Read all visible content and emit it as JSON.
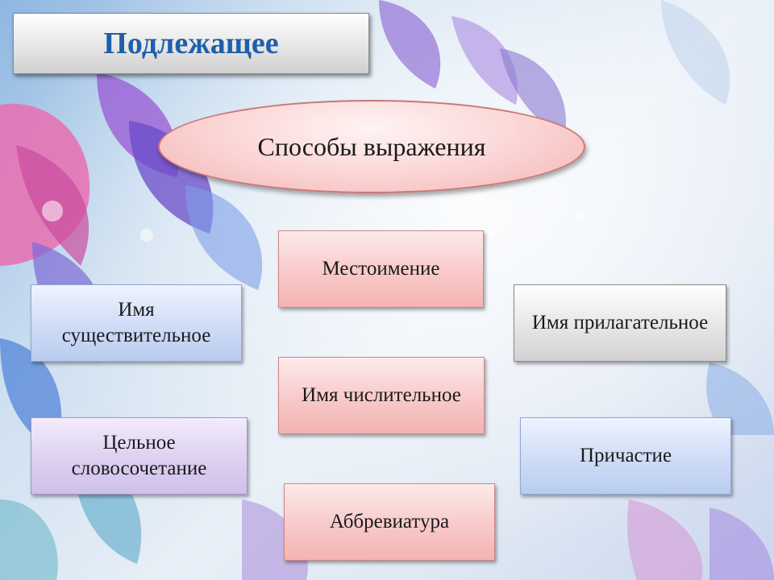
{
  "title": "Подлежащее",
  "center": "Способы выражения",
  "boxes": {
    "pronoun": "Местоимение",
    "noun": "Имя существительное",
    "adjective": "Имя прилагательное",
    "numeral": "Имя числительное",
    "phrase": "Цельное словосочетание",
    "participle": "Причастие",
    "abbreviation": "Аббревиатура"
  }
}
